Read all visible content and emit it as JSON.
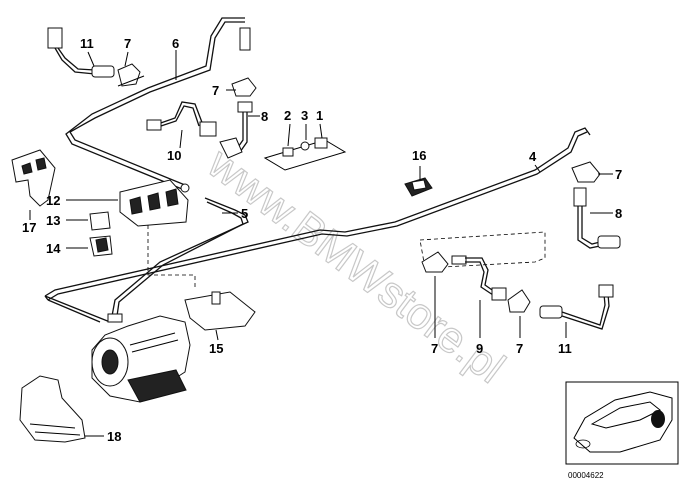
{
  "watermark": "www.BMWstore.pl",
  "document_number": "00004622",
  "callouts": [
    "11",
    "7",
    "6",
    "7",
    "8",
    "10",
    "2",
    "3",
    "1",
    "16",
    "4",
    "7",
    "8",
    "12",
    "13",
    "14",
    "5",
    "17",
    "7",
    "9",
    "7",
    "11",
    "15",
    "18"
  ]
}
